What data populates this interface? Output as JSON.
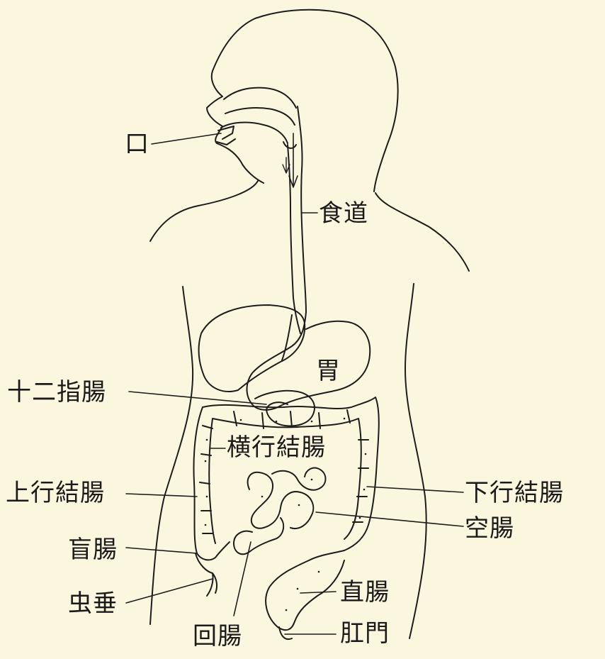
{
  "labels": {
    "mouth": "口",
    "esophagus": "食道",
    "stomach": "胃",
    "duodenum": "十二指腸",
    "transverse_colon": "横行結腸",
    "ascending_colon": "上行結腸",
    "descending_colon": "下行結腸",
    "jejunum": "空腸",
    "cecum": "盲腸",
    "appendix": "虫垂",
    "ileum": "回腸",
    "rectum": "直腸",
    "anus": "肛門"
  }
}
